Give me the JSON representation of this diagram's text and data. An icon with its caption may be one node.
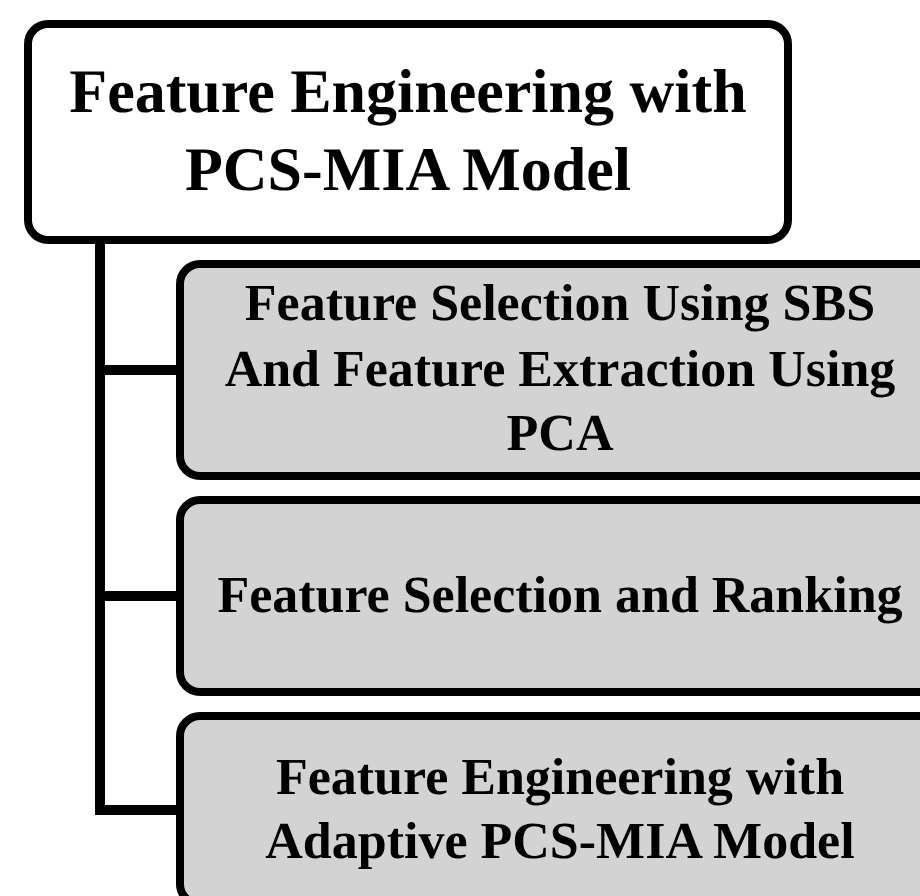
{
  "diagram": {
    "nodes": [
      {
        "text": [
          "Feature Engineering with PCS-MIA Model"
        ]
      },
      {
        "text": [
          "Feature Selection Using SBS And Feature Extraction Using PCA"
        ]
      },
      {
        "text": [
          "Feature Selection and Ranking"
        ]
      },
      {
        "text": [
          "Feature Engineering with Adaptive PCS-MIA Model"
        ]
      }
    ],
    "edges": [
      {
        "from": 0,
        "to": 1,
        "arrow": "none"
      },
      {
        "from": 0,
        "to": 2,
        "arrow": "none"
      },
      {
        "from": 0,
        "to": 3,
        "arrow": "none"
      }
    ]
  }
}
